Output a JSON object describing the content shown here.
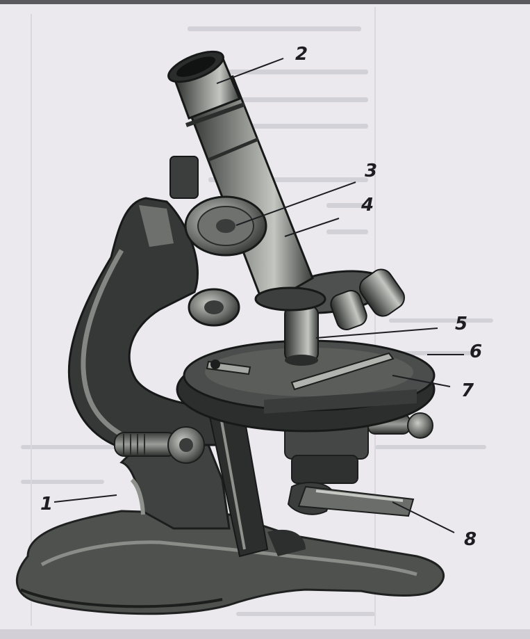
{
  "figure": {
    "callouts": [
      {
        "id": "1",
        "label": "1"
      },
      {
        "id": "2",
        "label": "2"
      },
      {
        "id": "3",
        "label": "3"
      },
      {
        "id": "4",
        "label": "4"
      },
      {
        "id": "5",
        "label": "5"
      },
      {
        "id": "6",
        "label": "6"
      },
      {
        "id": "7",
        "label": "7"
      },
      {
        "id": "8",
        "label": "8"
      }
    ],
    "colors": {
      "paper": "#ebe9ee",
      "metal_dark": "#2e302f",
      "metal_mid": "#5b5e5b",
      "metal_light": "#a7aaa5",
      "ink": "#1e1e22"
    }
  }
}
